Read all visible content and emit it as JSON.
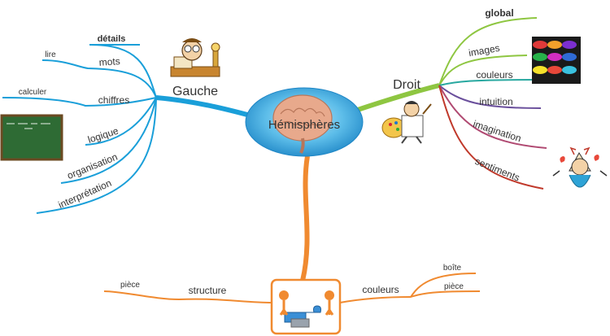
{
  "center": {
    "label": "Hémisphères",
    "icon": "brain-icon"
  },
  "left": {
    "title": "Gauche",
    "color": "#1a9fd9",
    "icon": "thinker-icon",
    "branches": {
      "details": "détails",
      "mots": "mots",
      "lire": "lire",
      "chiffres": "chiffres",
      "calculer": "calculer",
      "logique": "logique",
      "organisation": "organisation",
      "interpretation": "interprétation"
    },
    "chalkboard_icon": "chalkboard-icon"
  },
  "right": {
    "title": "Droit",
    "icon": "painter-icon",
    "branches": {
      "global": "global",
      "images": "images",
      "couleurs": "couleurs",
      "intuition": "intuition",
      "imagination": "imagination",
      "sentiments": "sentiments"
    },
    "colors": {
      "global": "#8ec641",
      "images": "#8ec641",
      "couleurs": "#28a8a0",
      "intuition": "#6a4f9c",
      "imagination": "#b04a72",
      "sentiments": "#c0392b"
    },
    "paint_cans_icon": "paint-cans-icon",
    "feelings_icon": "feelings-character-icon"
  },
  "bottom": {
    "color": "#f08a30",
    "icon": "puzzle-people-icon",
    "left_branches": {
      "structure": "structure",
      "piece": "pièce"
    },
    "right_branches": {
      "couleurs": "couleurs",
      "boite": "boîte",
      "piece": "pièce"
    }
  }
}
